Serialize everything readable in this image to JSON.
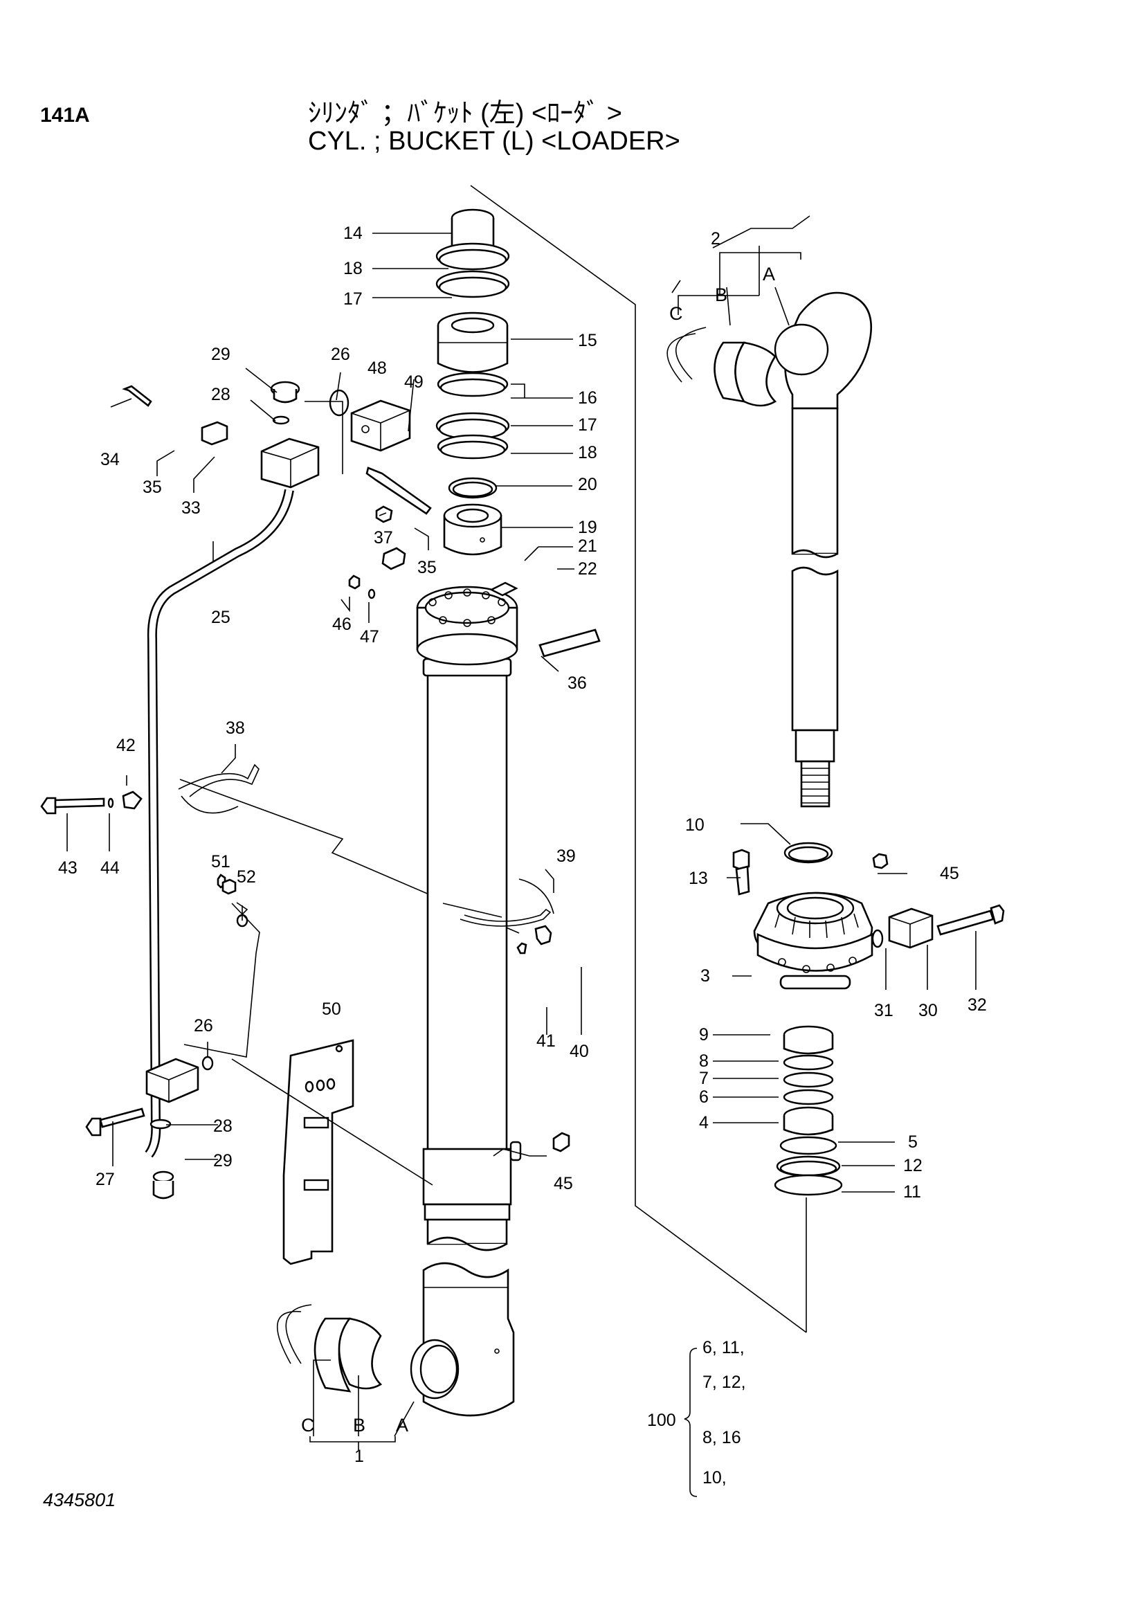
{
  "page": {
    "page_number": "141A",
    "title_jp": "ｼﾘﾝﾀﾞ ；ﾊﾞｹｯﾄ (左) <ﾛｰﾀﾞ >",
    "title_en": "CYL. ; BUCKET (L) <LOADER>",
    "drawing_number": "4345801"
  },
  "callouts": {
    "c14": "14",
    "c18a": "18",
    "c17a": "17",
    "c15": "15",
    "c16a": "16",
    "c17b": "17",
    "c18b": "18",
    "c20": "20",
    "c19": "19",
    "c21": "21",
    "c22": "22",
    "c29a": "29",
    "c26a": "26",
    "c48": "48",
    "c49": "49",
    "c28a": "28",
    "c34": "34",
    "c35a": "35",
    "c33": "33",
    "c37": "37",
    "c35b": "35",
    "c25": "25",
    "c46": "46",
    "c47": "47",
    "c36": "36",
    "c38": "38",
    "c42": "42",
    "c43": "43",
    "c44": "44",
    "c39": "39",
    "c51": "51",
    "c52": "52",
    "c41": "41",
    "c40": "40",
    "c50": "50",
    "c26b": "26",
    "c28b": "28",
    "c27": "27",
    "c29b": "29",
    "c45b": "45",
    "c1": "1",
    "c2": "2",
    "c10": "10",
    "c13": "13",
    "c45a": "45",
    "c3": "3",
    "c31": "31",
    "c30": "30",
    "c32": "32",
    "c9": "9",
    "c8": "8",
    "c7": "7",
    "c6": "6",
    "c4": "4",
    "c5": "5",
    "c12": "12",
    "c11": "11"
  },
  "assembly_letters": {
    "upper": {
      "a": "A",
      "b": "B",
      "c": "C"
    },
    "lower": {
      "a": "A",
      "b": "B",
      "c": "C"
    }
  },
  "kit": {
    "number": "100",
    "lines": [
      "6, 11,",
      "7, 12,",
      "8, 16",
      "10,"
    ]
  }
}
